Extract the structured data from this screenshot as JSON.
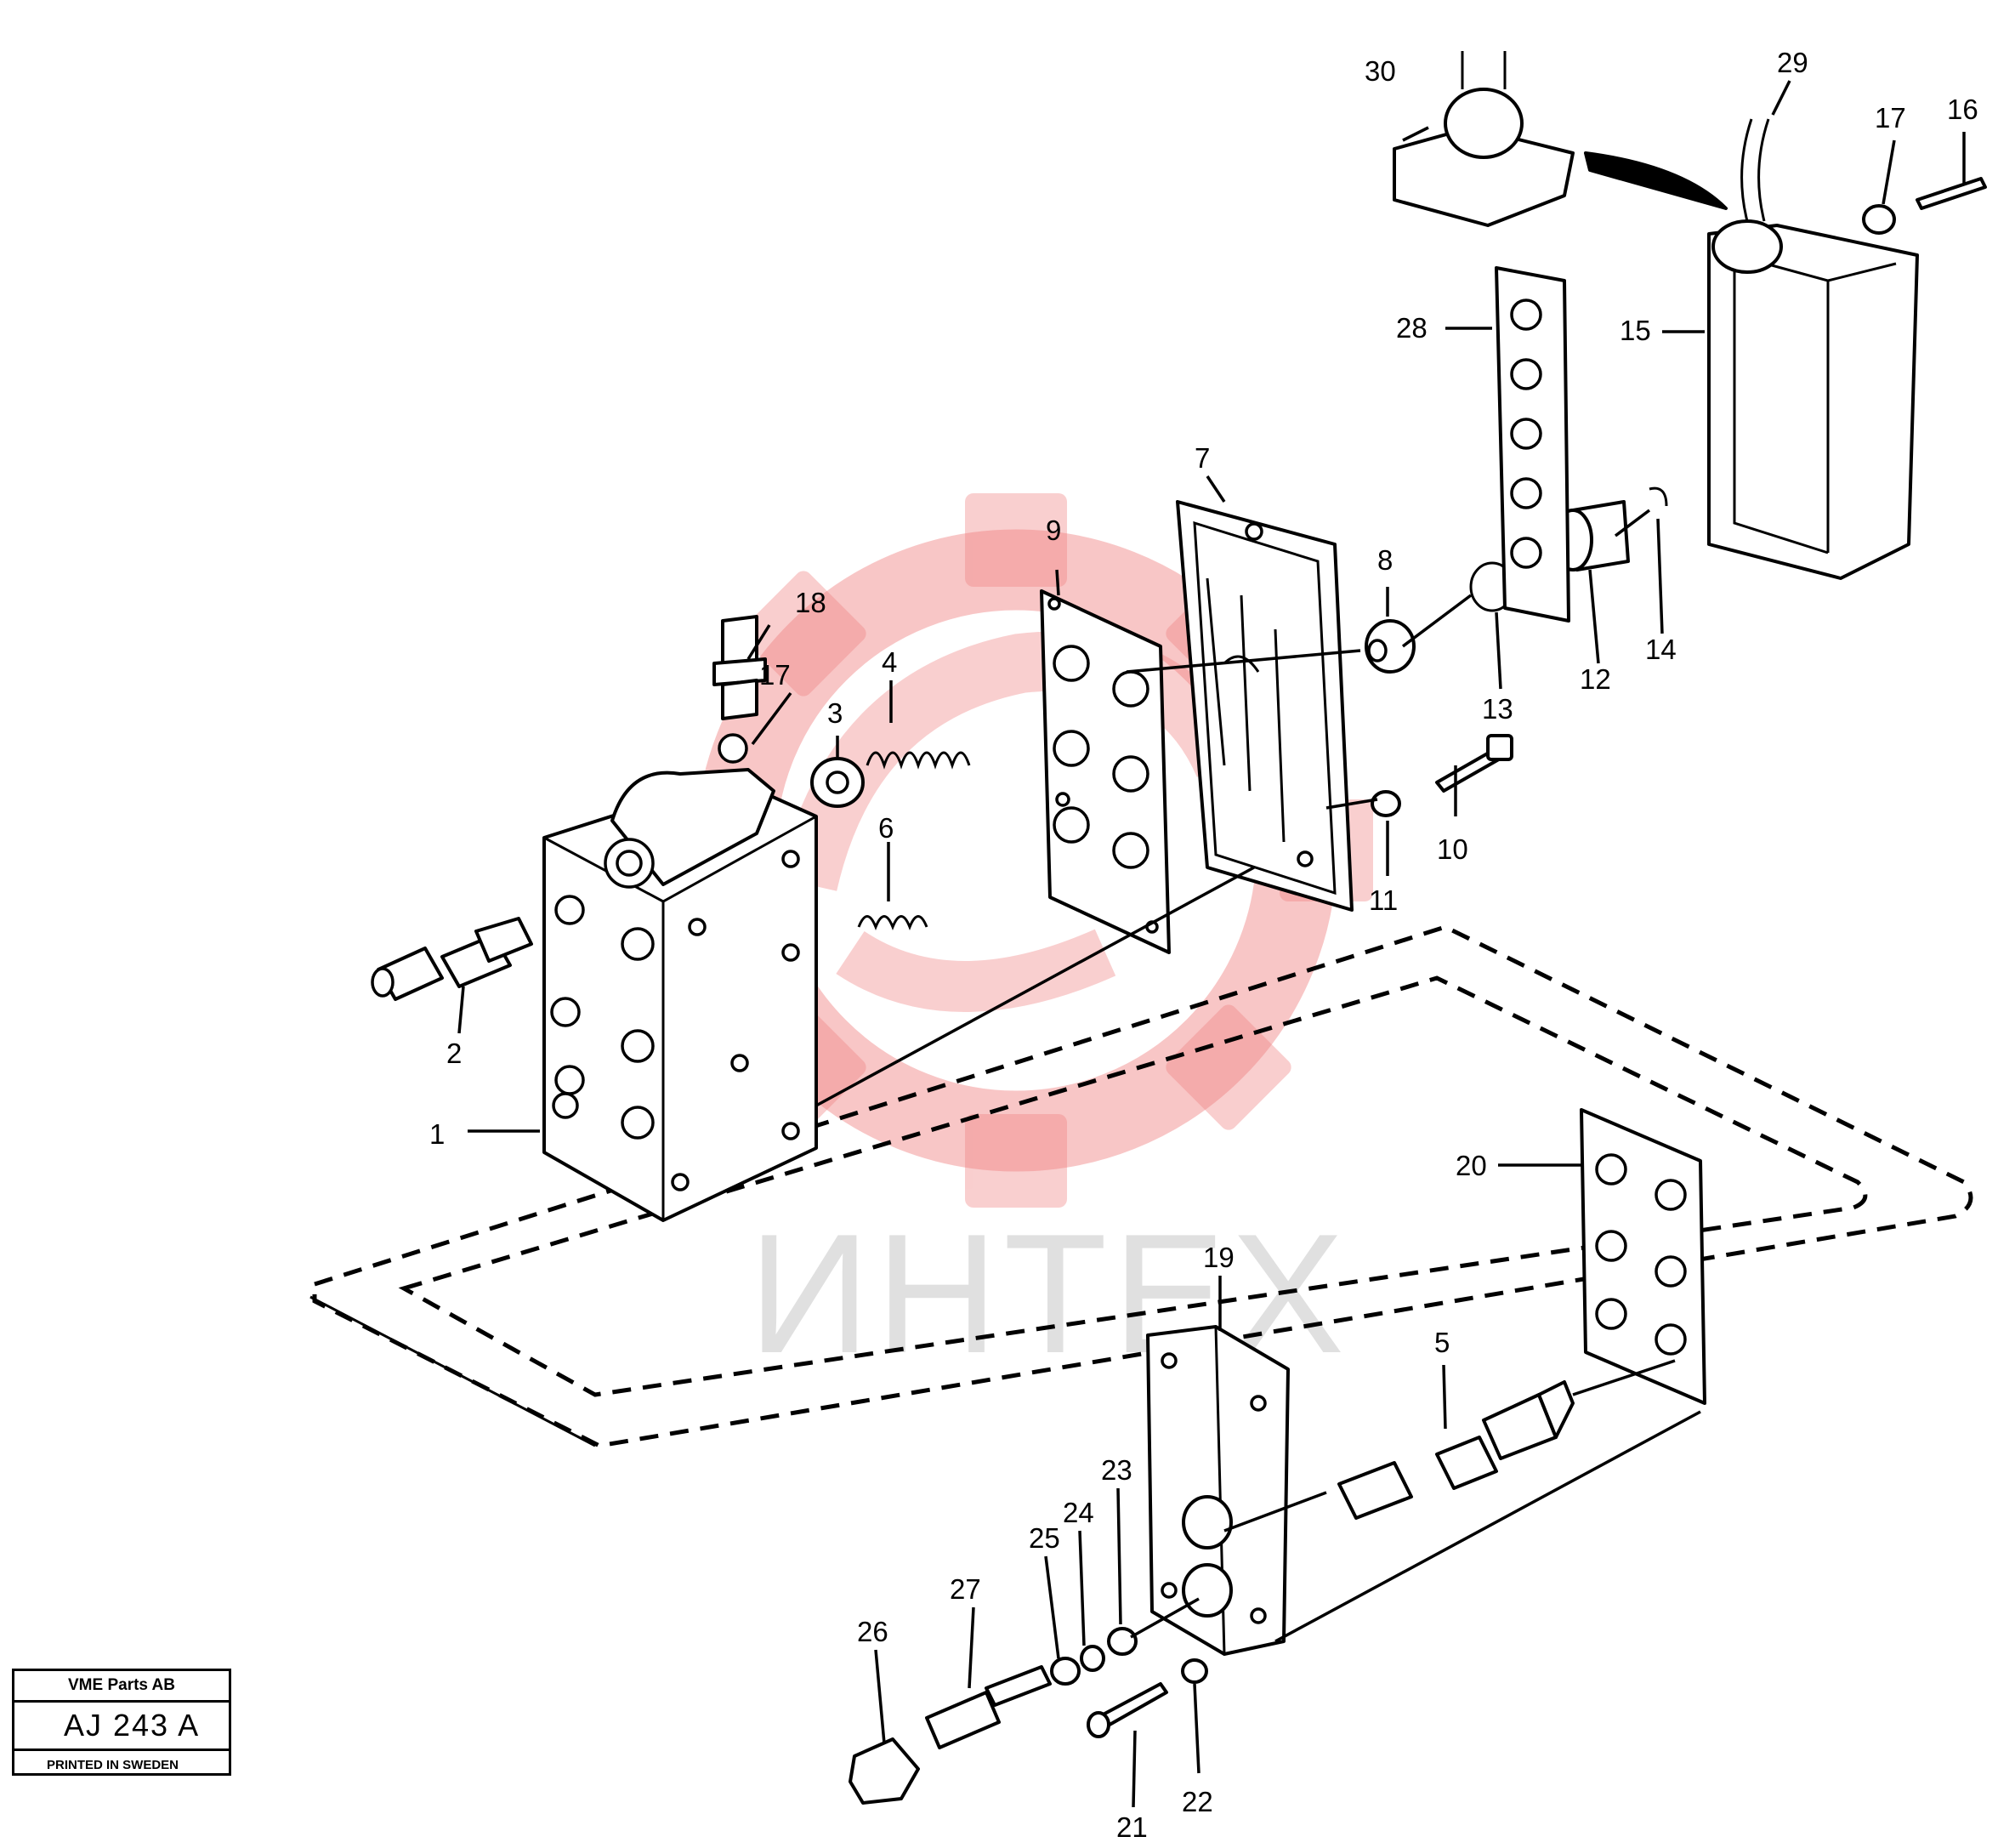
{
  "diagram": {
    "watermark_text": "ИНТЕХ",
    "callouts": {
      "c1": "1",
      "c2": "2",
      "c3": "3",
      "c4": "4",
      "c5": "5",
      "c6": "6",
      "c7": "7",
      "c8": "8",
      "c9": "9",
      "c10": "10",
      "c11": "11",
      "c12": "12",
      "c13": "13",
      "c14": "14",
      "c15": "15",
      "c16": "16",
      "c17a": "17",
      "c17b": "17",
      "c18": "18",
      "c19": "19",
      "c20": "20",
      "c21": "21",
      "c22": "22",
      "c23": "23",
      "c24": "24",
      "c25": "25",
      "c26": "26",
      "c27": "27",
      "c28": "28",
      "c29": "29",
      "c30": "30"
    }
  },
  "title_block": {
    "company": "VME Parts AB",
    "code": "AJ 243  A",
    "printed": "PRINTED IN SWEDEN"
  },
  "colors": {
    "watermark_gear": "#f08080",
    "watermark_text": "#c8c8c8",
    "ink": "#000000"
  }
}
